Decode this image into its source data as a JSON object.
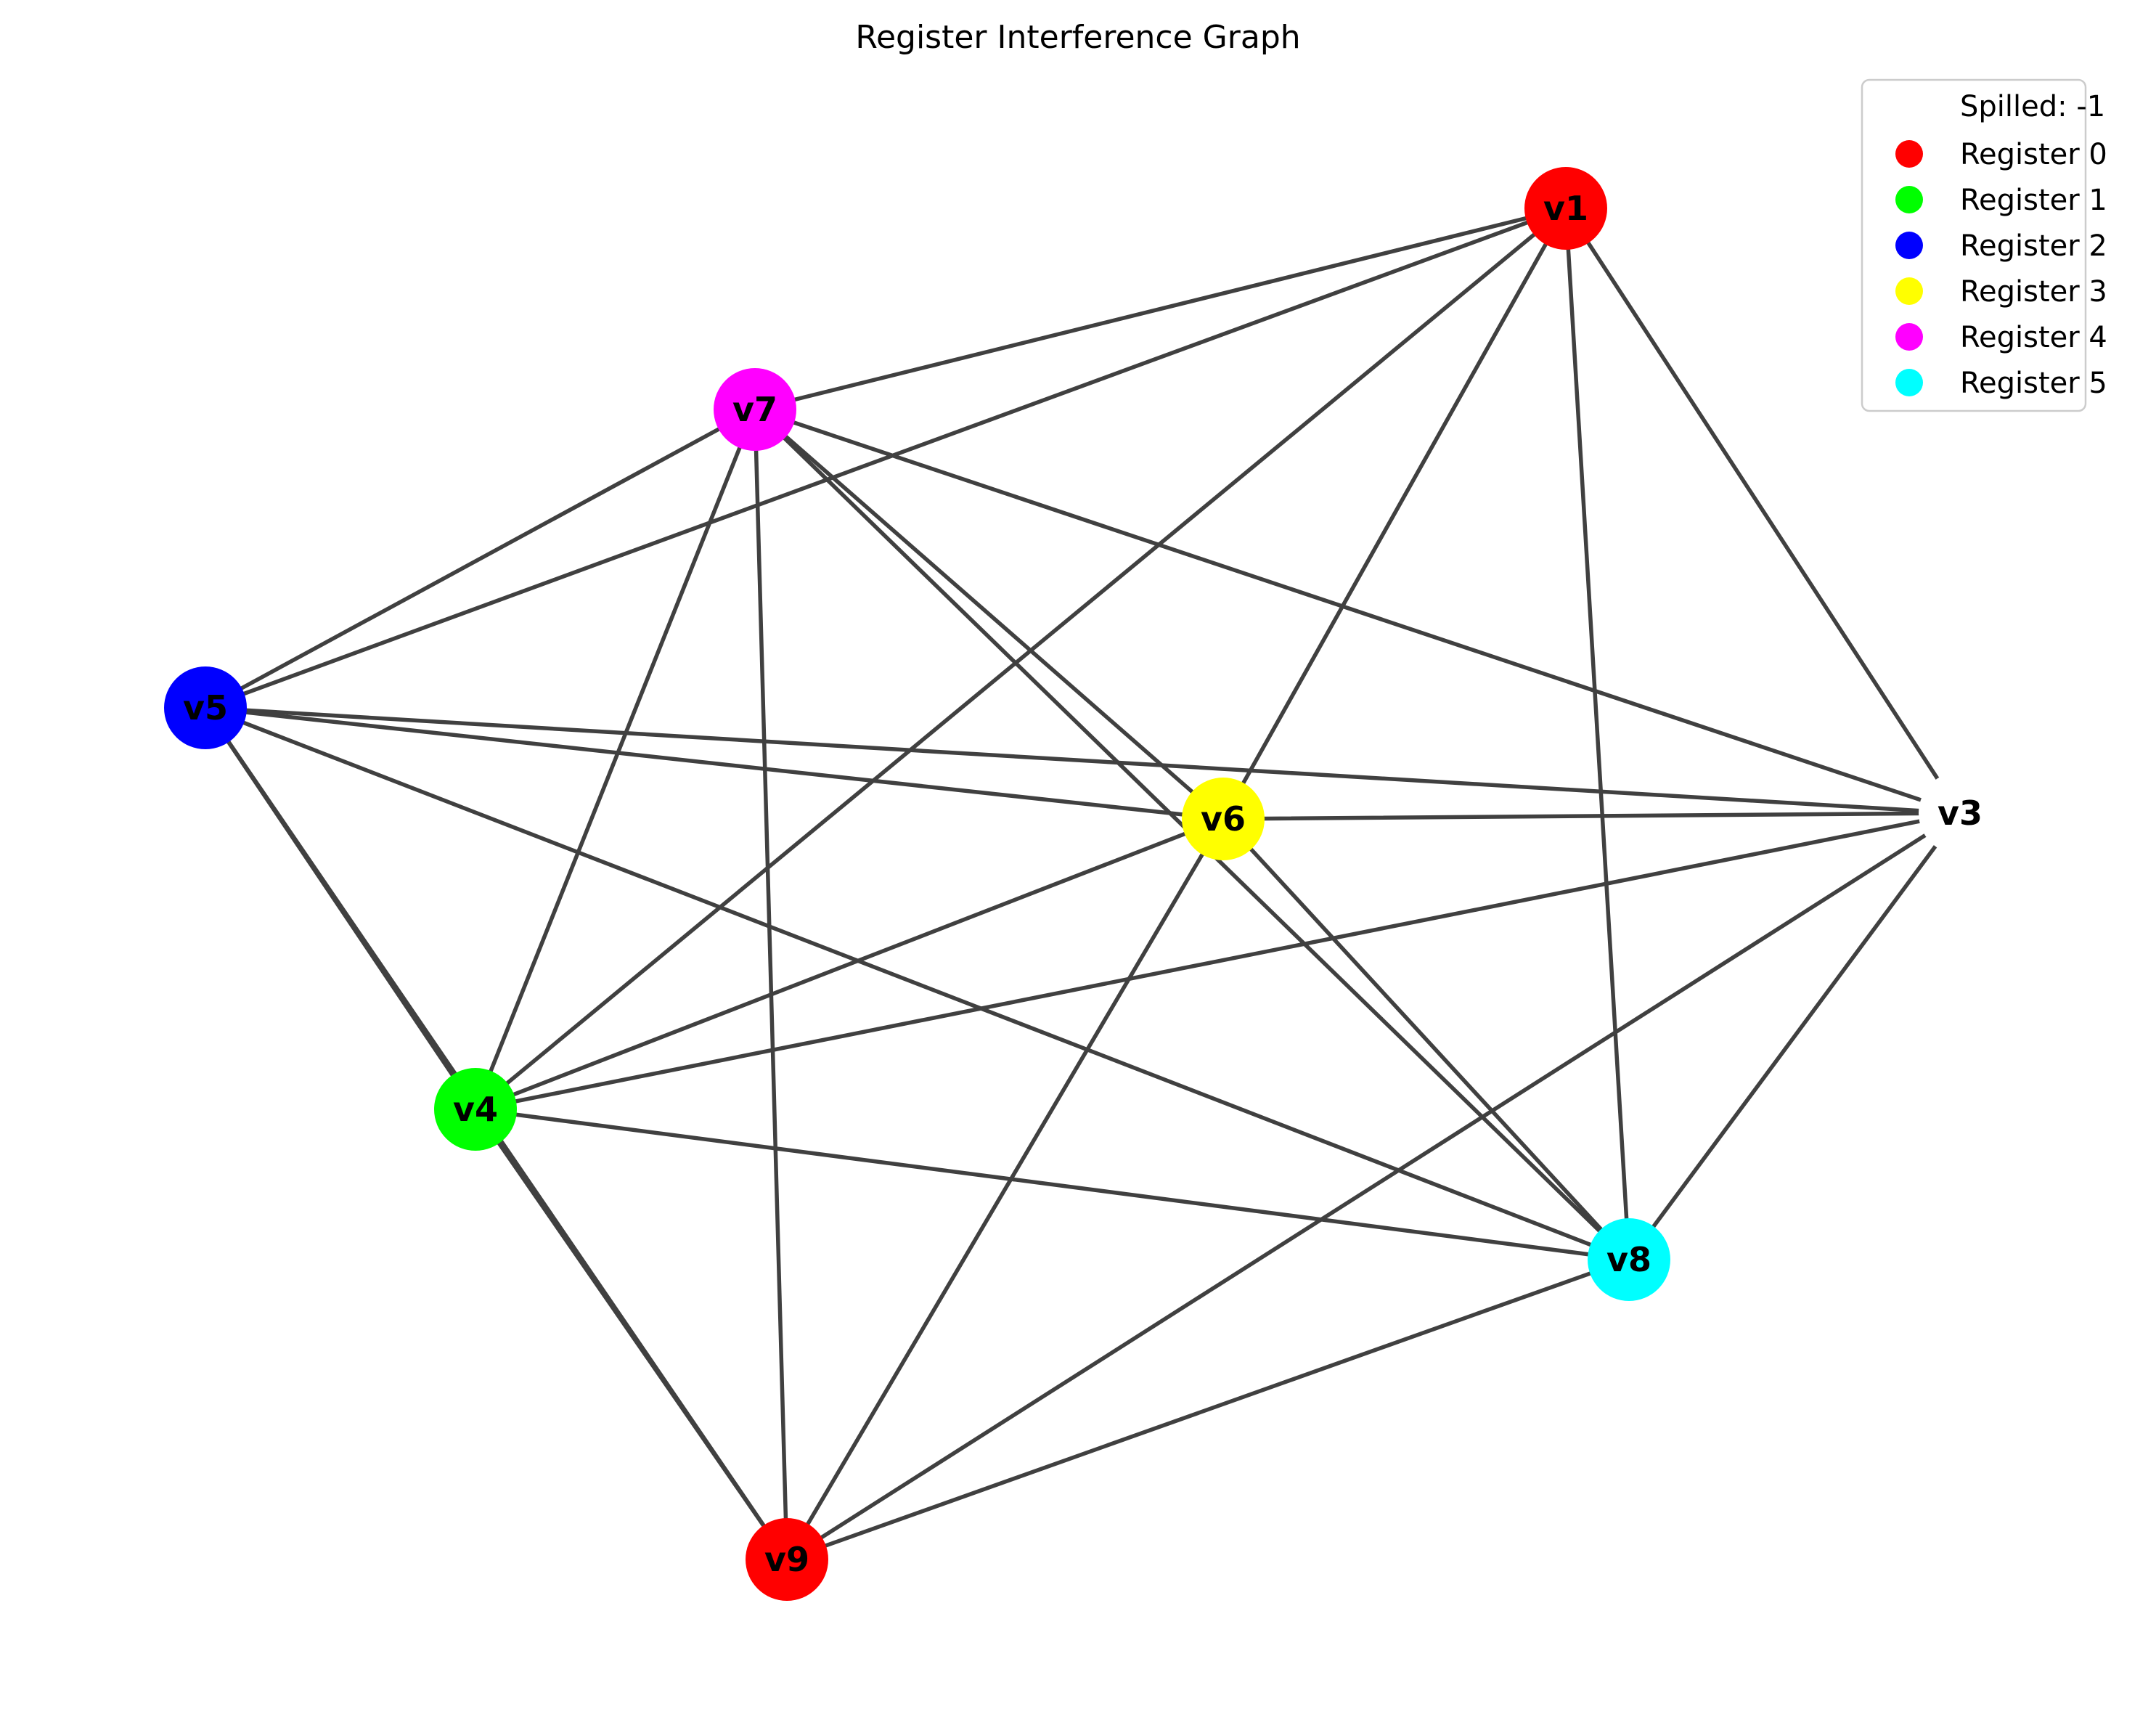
{
  "title": "Register Interference Graph",
  "legend": {
    "spilled_label": "Spilled: -1",
    "entries": [
      {
        "label": "Register 0",
        "color": "#ff0000"
      },
      {
        "label": "Register 1",
        "color": "#00ff00"
      },
      {
        "label": "Register 2",
        "color": "#0000ff"
      },
      {
        "label": "Register 3",
        "color": "#ffff00"
      },
      {
        "label": "Register 4",
        "color": "#ff00ff"
      },
      {
        "label": "Register 5",
        "color": "#00ffff"
      }
    ]
  },
  "nodes": [
    {
      "id": "v1",
      "label": "v1",
      "register": 0,
      "color": "#ff0000"
    },
    {
      "id": "v7",
      "label": "v7",
      "register": 4,
      "color": "#ff00ff"
    },
    {
      "id": "v5",
      "label": "v5",
      "register": 2,
      "color": "#0000ff"
    },
    {
      "id": "v6",
      "label": "v6",
      "register": 3,
      "color": "#ffff00"
    },
    {
      "id": "v3",
      "label": "v3",
      "register": -1,
      "color": "#ffffff"
    },
    {
      "id": "v4",
      "label": "v4",
      "register": 1,
      "color": "#00ff00"
    },
    {
      "id": "v8",
      "label": "v8",
      "register": 5,
      "color": "#00ffff"
    },
    {
      "id": "v9",
      "label": "v9",
      "register": 0,
      "color": "#ff0000"
    }
  ],
  "edges": [
    [
      "v1",
      "v7"
    ],
    [
      "v1",
      "v5"
    ],
    [
      "v1",
      "v4"
    ],
    [
      "v1",
      "v6"
    ],
    [
      "v1",
      "v8"
    ],
    [
      "v1",
      "v3"
    ],
    [
      "v7",
      "v5"
    ],
    [
      "v7",
      "v4"
    ],
    [
      "v7",
      "v9"
    ],
    [
      "v7",
      "v6"
    ],
    [
      "v7",
      "v8"
    ],
    [
      "v7",
      "v3"
    ],
    [
      "v5",
      "v6"
    ],
    [
      "v5",
      "v3"
    ],
    [
      "v5",
      "v4"
    ],
    [
      "v5",
      "v9"
    ],
    [
      "v5",
      "v8"
    ],
    [
      "v6",
      "v3"
    ],
    [
      "v6",
      "v4"
    ],
    [
      "v6",
      "v9"
    ],
    [
      "v6",
      "v8"
    ],
    [
      "v3",
      "v4"
    ],
    [
      "v3",
      "v9"
    ],
    [
      "v3",
      "v8"
    ],
    [
      "v4",
      "v8"
    ],
    [
      "v4",
      "v9"
    ],
    [
      "v9",
      "v8"
    ]
  ]
}
